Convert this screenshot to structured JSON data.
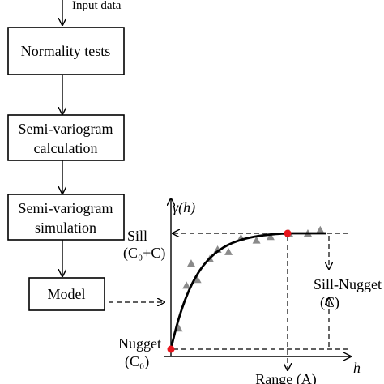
{
  "flow": {
    "input_label": "Input data",
    "steps": [
      {
        "lines": [
          "Normality tests"
        ]
      },
      {
        "lines": [
          "Semi-variogram",
          "calculation"
        ]
      },
      {
        "lines": [
          "Semi-variogram",
          "simulation"
        ]
      },
      {
        "lines": [
          "Model"
        ]
      }
    ]
  },
  "graph": {
    "y_axis_label": "γ(h)",
    "x_axis_label": "h",
    "sill_label": "Sill",
    "sill_formula": "(C₀+C)",
    "nugget_label": "Nugget",
    "nugget_formula": "(C₀)",
    "sill_nugget_label": "Sill-Nugget",
    "sill_nugget_formula": "(C)",
    "range_label": "Range (A)",
    "observed_points": [
      {
        "h": 0.05,
        "gamma": 0.18
      },
      {
        "h": 0.1,
        "gamma": 0.55
      },
      {
        "h": 0.13,
        "gamma": 0.74
      },
      {
        "h": 0.17,
        "gamma": 0.6
      },
      {
        "h": 0.25,
        "gamma": 0.78
      },
      {
        "h": 0.3,
        "gamma": 0.86
      },
      {
        "h": 0.37,
        "gamma": 0.84
      },
      {
        "h": 0.45,
        "gamma": 0.96
      },
      {
        "h": 0.55,
        "gamma": 0.94
      },
      {
        "h": 0.64,
        "gamma": 0.97
      },
      {
        "h": 0.76,
        "gamma": 1.0
      },
      {
        "h": 0.88,
        "gamma": 1.0
      },
      {
        "h": 0.96,
        "gamma": 1.03
      }
    ],
    "key_points_color": "#e8141b",
    "marker_color": "#8a8a8a"
  }
}
